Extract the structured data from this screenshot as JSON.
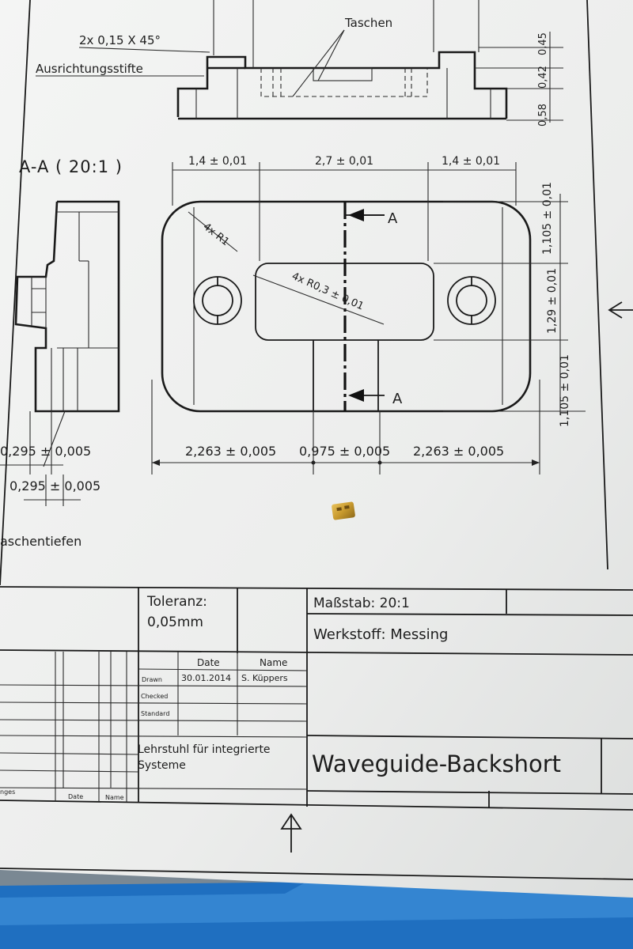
{
  "top_view": {
    "chamfer_note": "2x 0,15 X 45°",
    "pins_label": "Ausrichtungsstifte",
    "pockets_label": "Taschen",
    "dims": [
      "0,45",
      "0,42",
      "0,58"
    ]
  },
  "section": {
    "title": "A-A ( 20:1 )",
    "top_dims": [
      "1,4 ± 0,01",
      "2,7 ± 0,01",
      "1,4 ± 0,01"
    ],
    "right_dims": [
      "1,105 ± 0,01",
      "1,29 ± 0,01",
      "1,105 ± 0,01"
    ],
    "bottom_dims": [
      "2,263 ± 0,005",
      "0,975 ± 0,005",
      "2,263 ± 0,005"
    ],
    "radius_outer": "4x R1",
    "radius_inner": "4x R0,3 ± 0,01",
    "cut_label": "A"
  },
  "side_view": {
    "dim_a": "0,295 ± 0,005",
    "dim_b": "0,295 ± 0,005",
    "depth_note": "aschentiefen"
  },
  "title_block": {
    "tolerance_label": "Toleranz:",
    "tolerance_value": "0,05mm",
    "scale": "Maßstab: 20:1",
    "material": "Werkstoff: Messing",
    "col_date": "Date",
    "col_name": "Name",
    "row_drawn": "Drawn",
    "drawn_date": "30.01.2014",
    "drawn_name": "S. Küppers",
    "row_checked": "Checked",
    "row_standard": "Standard",
    "institute_line1": "Lehrstuhl für integrierte",
    "institute_line2": "Systeme",
    "part_name": "Waveguide-Backshort",
    "rev_col1": "nges",
    "rev_col2": "Date",
    "rev_col3": "Name"
  }
}
